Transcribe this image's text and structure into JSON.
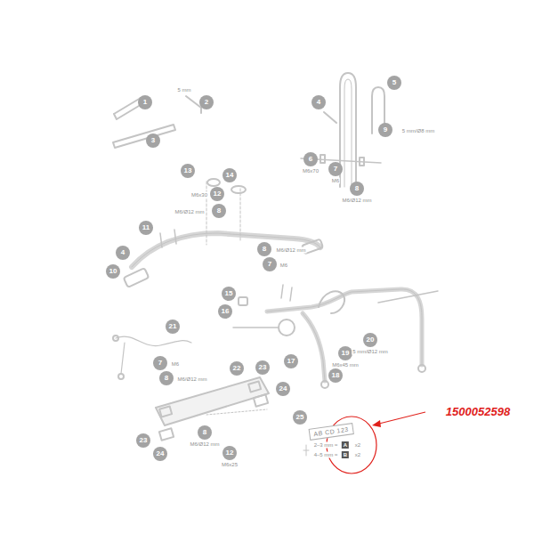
{
  "diagram": {
    "labels": [
      "1",
      "2",
      "5 mm",
      "3",
      "4",
      "5",
      "9",
      "5 mm/Ø8 mm",
      "6",
      "M6x70",
      "7",
      "M6",
      "8",
      "M6/Ø12 mm",
      "13",
      "14",
      "12",
      "M6x30",
      "8",
      "M6/Ø12 mm",
      "11",
      "4",
      "10",
      "8",
      "M6/Ø12 mm",
      "7",
      "M6",
      "15",
      "16",
      "21",
      "7",
      "M6",
      "8",
      "M6/Ø12 mm",
      "17",
      "19",
      "M6x45 mm",
      "20",
      "5 mm/Ø12 mm",
      "18",
      "22",
      "23",
      "24",
      "23",
      "8",
      "M6/Ø12 mm",
      "24",
      "12",
      "M6x25",
      "25",
      "AB CD 123",
      "2–3 mm ≈",
      "A",
      "x2",
      "4–5 mm ≈",
      "B",
      "x2",
      "1500052598"
    ]
  }
}
